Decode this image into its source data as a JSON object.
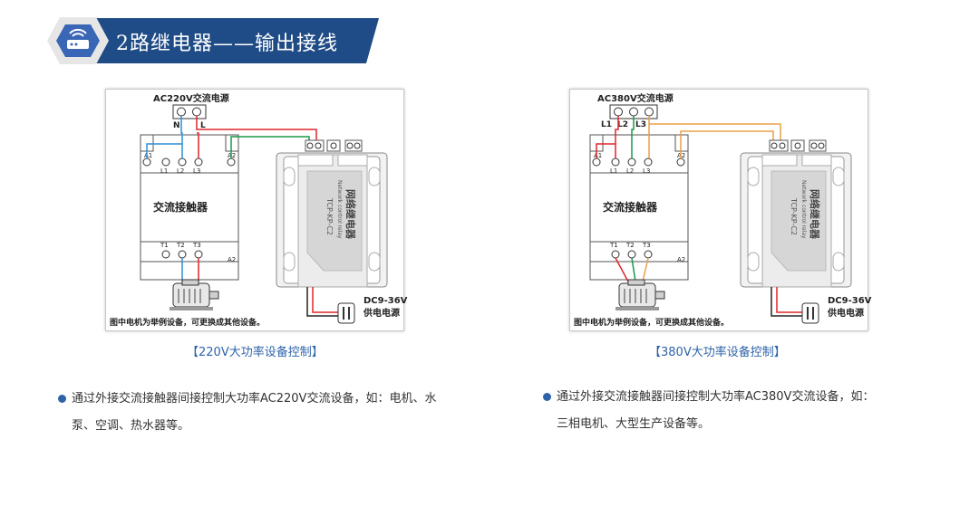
{
  "header": {
    "title": "2路继电器——输出接线",
    "icon": "router-wifi-icon",
    "colors": {
      "banner": "#1f4c86",
      "hex_outer": "#e6e6e6",
      "hex_inner": "#3a66b6"
    }
  },
  "panel_220": {
    "source_label": "AC220V交流电源",
    "terminal_labels": [
      "N",
      "L"
    ],
    "contactor_terminals_top": [
      "A1",
      "L1",
      "L2",
      "L3",
      "A2"
    ],
    "contactor_label": "交流接触器",
    "contactor_terminals_bottom": [
      "T1",
      "T2",
      "T3",
      "A2"
    ],
    "relay_title": "网络继电器",
    "relay_subtitle": "Network control relay",
    "relay_model": "TCP-KP-C2",
    "power_label_1": "DC9-36V",
    "power_label_2": "供电电源",
    "note": "图中电机为举例设备，可更换成其他设备。"
  },
  "panel_380": {
    "source_label": "AC380V交流电源",
    "terminal_labels": [
      "L1",
      "L2",
      "L3"
    ],
    "contactor_terminals_top": [
      "A1",
      "L1",
      "L2",
      "L3",
      "A2"
    ],
    "contactor_label": "交流接触器",
    "contactor_terminals_bottom": [
      "T1",
      "T2",
      "T3",
      "A2"
    ],
    "relay_title": "网络继电器",
    "relay_subtitle": "Network control relay",
    "relay_model": "TCP-KP-C2",
    "power_label_1": "DC9-36V",
    "power_label_2": "供电电源",
    "note": "图中电机为举例设备，可更换成其他设备。"
  },
  "captions": {
    "left": "【220V大功率设备控制】",
    "right": "【380V大功率设备控制】"
  },
  "bullets": {
    "left": "通过外接交流接触器间接控制大功率AC220V交流设备，如：电机、水泵、空调、热水器等。",
    "right_line1": "通过外接交流接触器间接控制大功率AC380V交流设备，如：",
    "right_line2": "三相电机、大型生产设备等。"
  },
  "wire_colors": {
    "blue": "#2a8fd6",
    "red": "#e0262b",
    "green": "#1a9a4a",
    "orange": "#e8a04a",
    "black": "#222222"
  }
}
